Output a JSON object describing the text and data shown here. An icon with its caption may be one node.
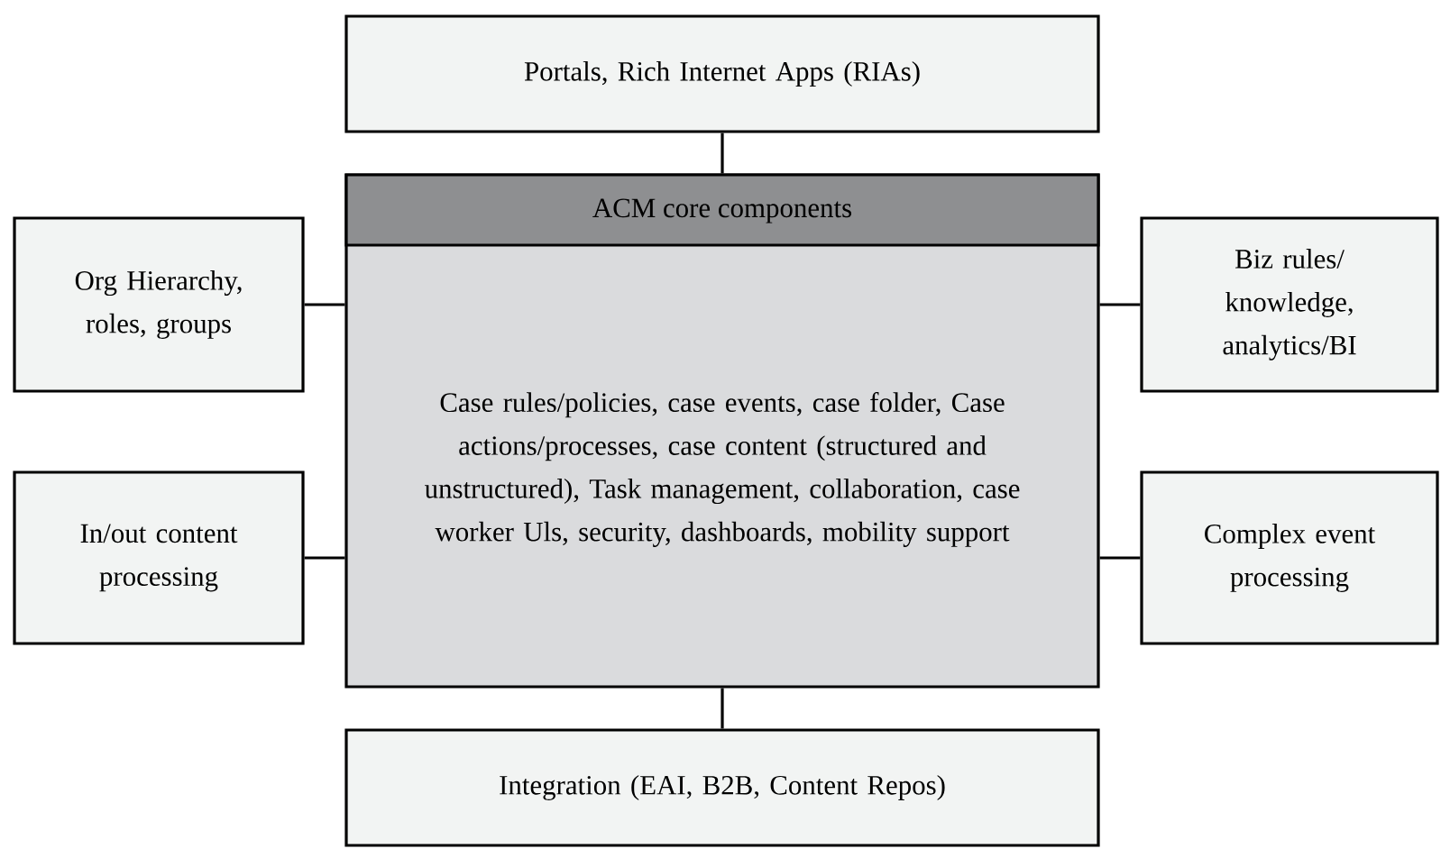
{
  "diagram": {
    "nodes": [
      {
        "text": [
          "Portals, Rich Internet Apps (RIAs)"
        ]
      },
      {
        "text": [
          "ACM core components",
          "Case rules/policies, case events, case folder, Case actions/processes, case content (structured and unstructured), Task management, collaboration, case worker Uls, security, dashboards, mobility support"
        ]
      },
      {
        "text": [
          "Org Hierarchy, roles, groups"
        ]
      },
      {
        "text": [
          "Biz rules/ knowledge, analytics/BI"
        ]
      },
      {
        "text": [
          "In/out content processing"
        ]
      },
      {
        "text": [
          "Complex event processing"
        ]
      },
      {
        "text": [
          "Integration (EAI, B2B, Content Repos)"
        ]
      }
    ],
    "edges": [
      {
        "from": 0,
        "to": 1,
        "arrow": "none"
      },
      {
        "from": 2,
        "to": 1,
        "arrow": "none"
      },
      {
        "from": 1,
        "to": 3,
        "arrow": "none"
      },
      {
        "from": 4,
        "to": 1,
        "arrow": "none"
      },
      {
        "from": 1,
        "to": 5,
        "arrow": "none"
      },
      {
        "from": 1,
        "to": 6,
        "arrow": "none"
      }
    ]
  }
}
